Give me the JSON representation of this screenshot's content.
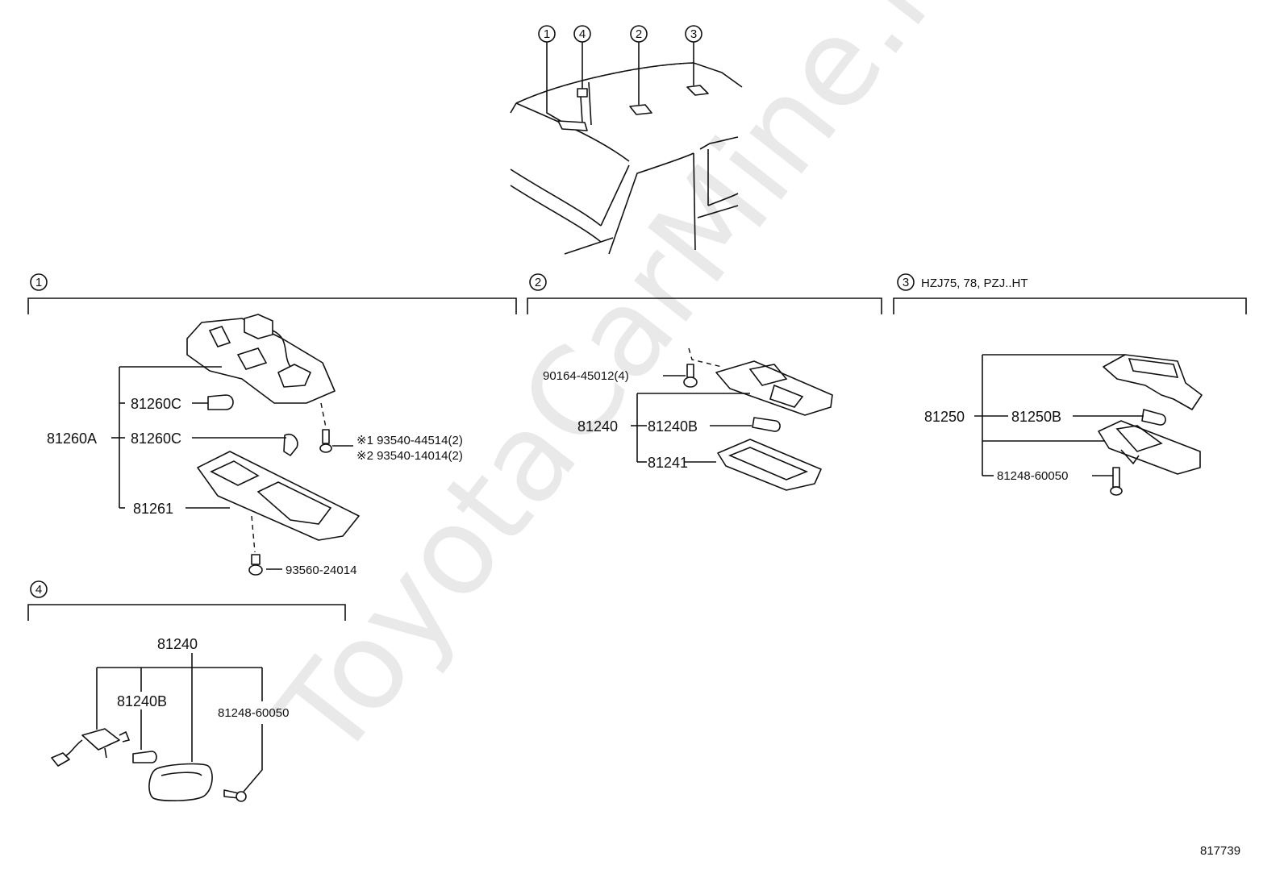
{
  "overview": {
    "callouts": [
      "1",
      "4",
      "2",
      "3"
    ]
  },
  "sections": [
    {
      "number": "1",
      "title": "",
      "labels": {
        "assembly": "81260A",
        "bulb_a": "81260C",
        "bulb_b": "81260C",
        "lens": "81261",
        "screw_1": "※1 93540-44514(2)",
        "screw_2": "※2 93540-14014(2)",
        "screw_3": "93560-24014"
      }
    },
    {
      "number": "2",
      "title": "",
      "labels": {
        "screw": "90164-45012(4)",
        "assembly": "81240",
        "bulb": "81240B",
        "lens": "81241"
      }
    },
    {
      "number": "3",
      "title": "HZJ75, 78, PZJ..HT",
      "labels": {
        "assembly": "81250",
        "bulb": "81250B",
        "screw": "81248-60050"
      }
    },
    {
      "number": "4",
      "title": "",
      "labels": {
        "assembly": "81240",
        "bulb": "81240B",
        "screw": "81248-60050"
      }
    }
  ],
  "watermark": "ToyotaCarMine.ru",
  "diagram_id": "817739"
}
